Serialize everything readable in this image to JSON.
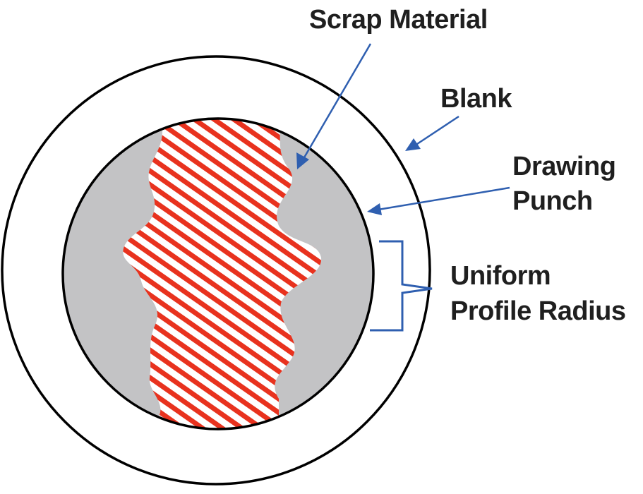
{
  "labels": {
    "scrap_material": "Scrap Material",
    "blank": "Blank",
    "drawing_punch_line1": "Drawing",
    "drawing_punch_line2": "Punch",
    "uniform_profile_radius_line1": "Uniform",
    "uniform_profile_radius_line2": "Profile Radius"
  },
  "colors": {
    "outline": "#000000",
    "punch_fill": "#c3c3c5",
    "scrap_hatch": "#e8321e",
    "leader": "#2f5fb0",
    "text": "#1f1f1f",
    "background": "#ffffff"
  }
}
